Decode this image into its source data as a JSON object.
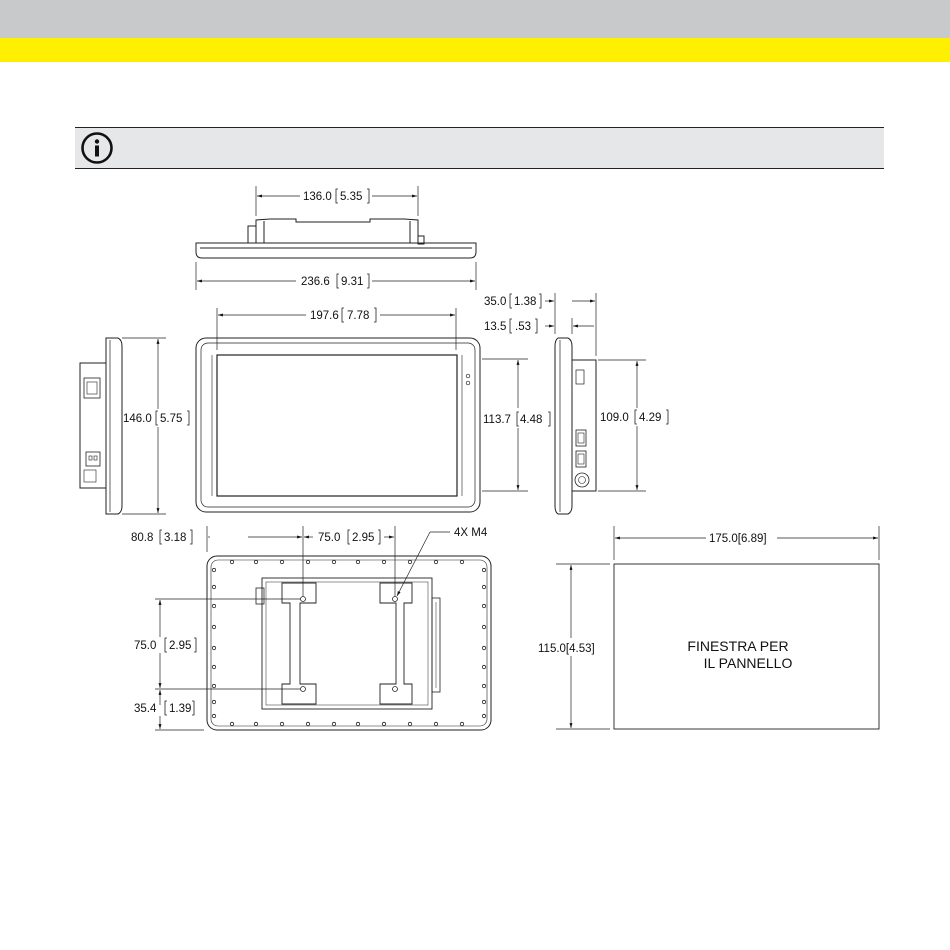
{
  "colors": {
    "header_gray": "#c8c9cb",
    "header_yellow": "#ffef00",
    "info_bar_bg": "#e6e7e8",
    "line": "#222222"
  },
  "icons": {
    "info": "info-circle-icon"
  },
  "dimensions": {
    "top_view": {
      "bracket_width": "136.0",
      "bracket_width_in": "5.35",
      "overall_width": "236.6",
      "overall_width_in": "9.31"
    },
    "front_view": {
      "bezel_width": "197.6",
      "bezel_width_in": "7.78",
      "screen_height": "113.7",
      "screen_height_in": "4.48"
    },
    "left_view": {
      "overall_height": "146.0",
      "overall_height_in": "5.75"
    },
    "right_view": {
      "depth_total": "35.0",
      "depth_total_in": "1.38",
      "depth_bezel": "13.5",
      "depth_bezel_in": ".53",
      "body_height": "109.0",
      "body_height_in": "4.29"
    },
    "rear_view": {
      "offset_left": "80.8",
      "offset_left_in": "3.18",
      "hole_spacing_h": "75.0",
      "hole_spacing_h_in": "2.95",
      "screws": "4X M4",
      "hole_spacing_v": "75.0",
      "hole_spacing_v_in": "2.95",
      "offset_bottom": "35.4",
      "offset_bottom_in": "1.39"
    },
    "panel_cutout": {
      "width": "175.0[6.89]",
      "height": "115.0[4.53]",
      "label_line1": "FINESTRA PER",
      "label_line2": "IL PANNELLO"
    }
  }
}
